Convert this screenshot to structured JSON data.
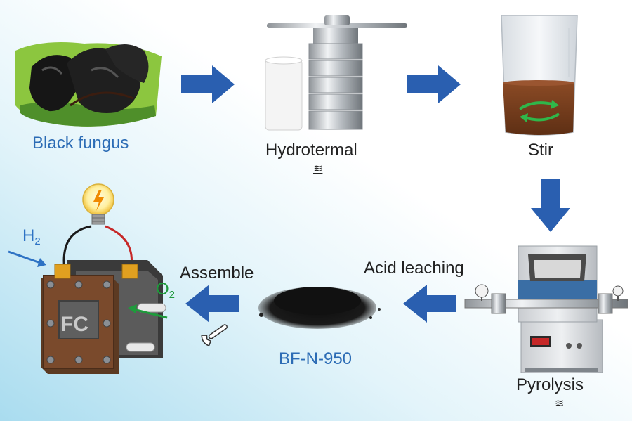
{
  "steps": {
    "black_fungus": "Black fungus",
    "hydrothermal": "Hydrotermal",
    "stir": "Stir",
    "pyrolysis": "Pyrolysis",
    "acid_leaching": "Acid leaching",
    "product": "BF-N-950",
    "assemble": "Assemble"
  },
  "heat_symbol": "≋",
  "fuel_cell": {
    "label": "FC",
    "h2_main": "H",
    "h2_sub": "2",
    "o2_main": "O",
    "o2_sub": "2"
  },
  "colors": {
    "arrow_blue": "#2a5fb0",
    "label_blue": "#2c6cb5",
    "o2_green": "#1f9a3c",
    "h2_blue": "#2d72c4",
    "fc_brown": "#7a4a2c",
    "stir_green": "#2fb74a",
    "broth_brown": "#7b3f1e"
  },
  "icons": [
    "steam-heat-icon",
    "wrench-icon",
    "light-bulb-icon",
    "stir-rotation-icon"
  ]
}
